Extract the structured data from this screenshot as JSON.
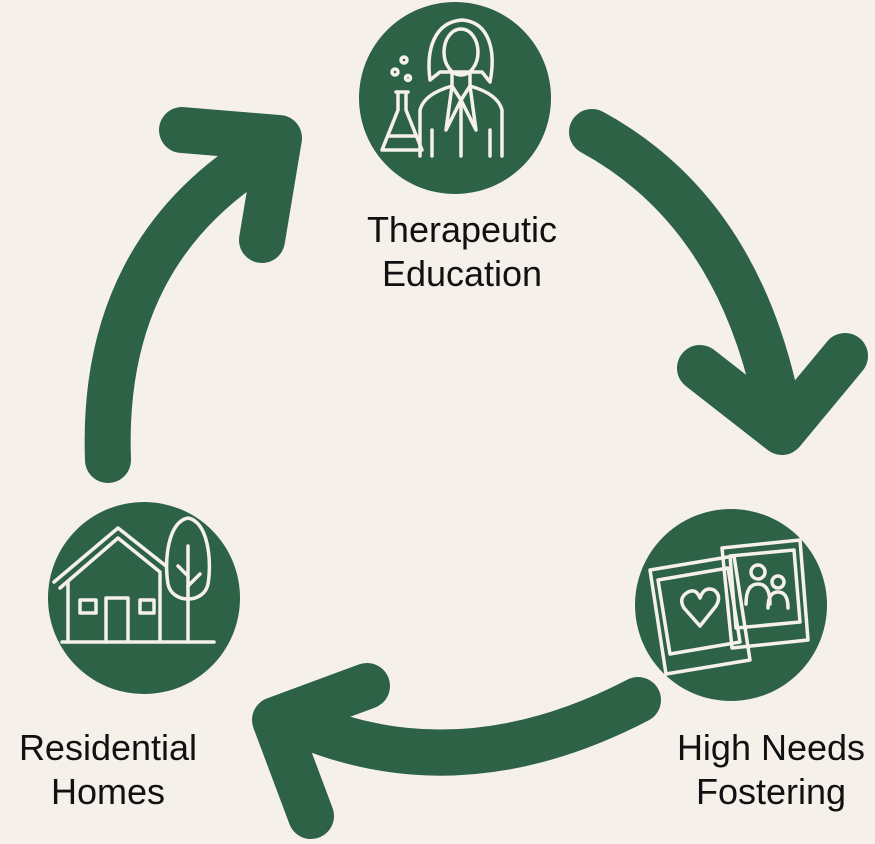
{
  "colors": {
    "background": "#f5f0ea",
    "accent": "#2d6246",
    "icon_line": "#f5f0ea",
    "text": "#111111"
  },
  "nodes": [
    {
      "id": "therapeutic-education",
      "icon": "scientist-with-flask-icon",
      "lines": [
        "Therapeutic",
        "Education"
      ]
    },
    {
      "id": "high-needs-fostering",
      "icon": "photo-frames-icon",
      "lines": [
        "High Needs",
        "Fostering"
      ]
    },
    {
      "id": "residential-homes",
      "icon": "house-and-tree-icon",
      "lines": [
        "Residential",
        "Homes"
      ]
    }
  ]
}
